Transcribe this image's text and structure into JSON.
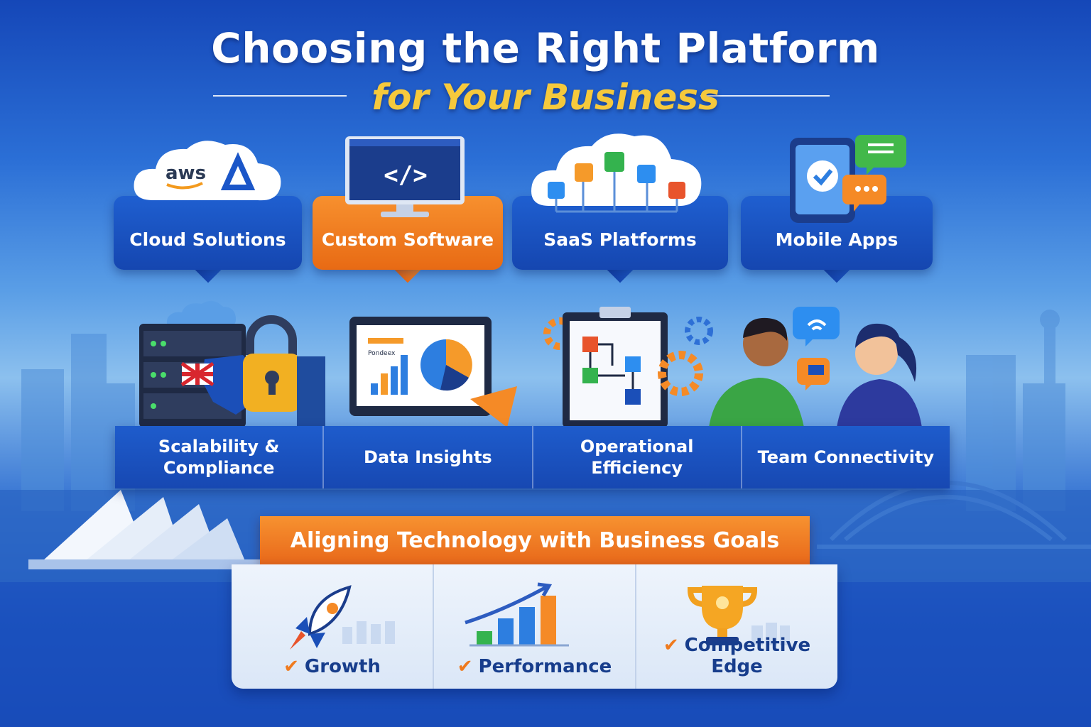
{
  "header": {
    "title": "Choosing the Right Platform",
    "subtitle": "for Your Business"
  },
  "platforms": [
    {
      "label": "Cloud Solutions",
      "icon": "cloud-aws-icon",
      "logo_text": "aws"
    },
    {
      "label": "Custom Software",
      "icon": "code-monitor-icon",
      "code_text": "</>"
    },
    {
      "label": "SaaS Platforms",
      "icon": "saas-cloud-icon"
    },
    {
      "label": "Mobile Apps",
      "icon": "mobile-chat-icon"
    }
  ],
  "benefits": [
    {
      "label": "Scalability & Compliance",
      "line1": "Scalability &",
      "line2": "Compliance",
      "icon": "secure-server-icon"
    },
    {
      "label": "Data Insights",
      "icon": "analytics-dashboard-icon",
      "chart_caption": "Pondeex"
    },
    {
      "label": "Operational Efficiency",
      "line1": "Operational",
      "line2": "Efficiency",
      "icon": "workflow-gears-icon"
    },
    {
      "label": "Team Connectivity",
      "icon": "team-collaboration-icon"
    }
  ],
  "banner": {
    "label": "Aligning Technology with Business Goals"
  },
  "results": [
    {
      "label": "Growth",
      "icon": "rocket-icon"
    },
    {
      "label": "Performance",
      "icon": "growth-chart-icon"
    },
    {
      "label": "Competitive Edge",
      "icon": "trophy-icon"
    }
  ],
  "colors": {
    "primary_blue": "#1a52c4",
    "accent_orange": "#f0801f",
    "title_gold": "#f6c93c",
    "text_navy": "#173d8c"
  }
}
